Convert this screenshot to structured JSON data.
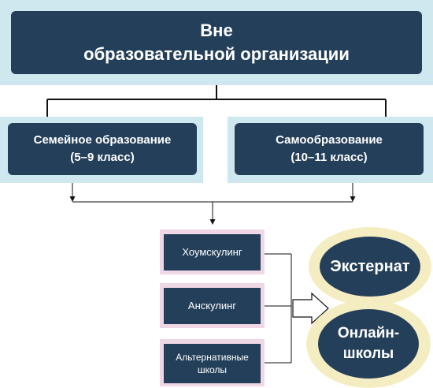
{
  "top_box": {
    "line1": "Вне",
    "line2": "образовательной организации"
  },
  "family_box": {
    "line1": "Семейное образование",
    "line2": "(5–9 класс)"
  },
  "self_box": {
    "line1": "Самообразование",
    "line2": "(10–11 класс)"
  },
  "forms": [
    {
      "label": "Хоумскулинг"
    },
    {
      "label": "Анскулинг"
    },
    {
      "line1": "Альтернативные",
      "line2": "школы"
    }
  ],
  "externat": {
    "label": "Экстернат"
  },
  "online": {
    "line1": "Онлайн-",
    "line2": "школы"
  },
  "colors": {
    "dark_box": "#243f5a",
    "blue_band": "#cfe8ef",
    "pink_band": "#f0d7e6",
    "ring": "#f5edc2"
  }
}
